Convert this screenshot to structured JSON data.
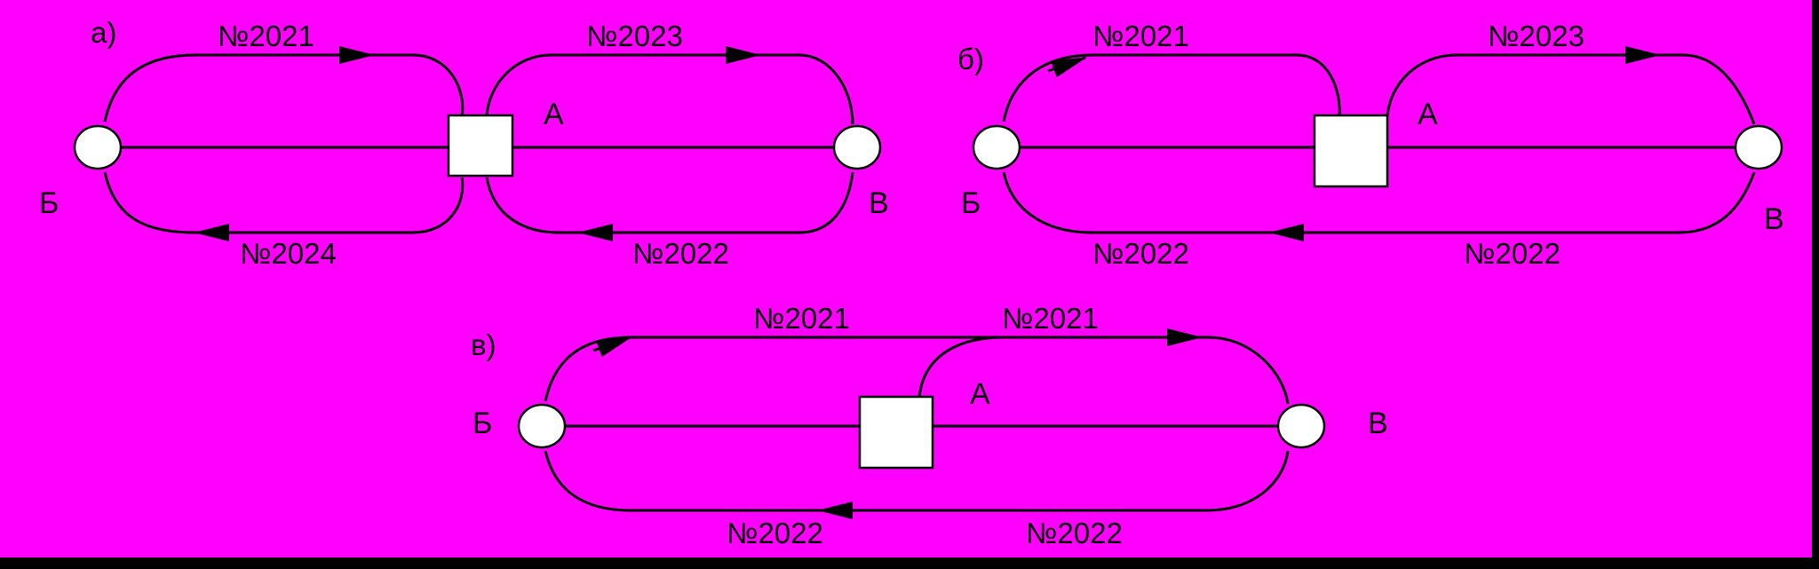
{
  "colors": {
    "background": "#ff00ff",
    "frame": "#000000",
    "node_fill": "#ffffff",
    "stroke": "#000000"
  },
  "panels": {
    "a": {
      "label": "а)",
      "station_a": "А",
      "station_b": "Б",
      "station_v": "В",
      "trains": {
        "top_left": "№2021",
        "top_right": "№2023",
        "bottom_left": "№2024",
        "bottom_right": "№2022"
      }
    },
    "b": {
      "label": "б)",
      "station_a": "А",
      "station_b": "Б",
      "station_v": "В",
      "trains": {
        "top_left": "№2021",
        "top_right": "№2023",
        "bottom_left": "№2022",
        "bottom_right": "№2022"
      }
    },
    "v": {
      "label": "в)",
      "station_a": "А",
      "station_b": "Б",
      "station_v": "В",
      "trains": {
        "top_left": "№2021",
        "top_right": "№2021",
        "bottom_left": "№2022",
        "bottom_right": "№2022"
      }
    }
  }
}
